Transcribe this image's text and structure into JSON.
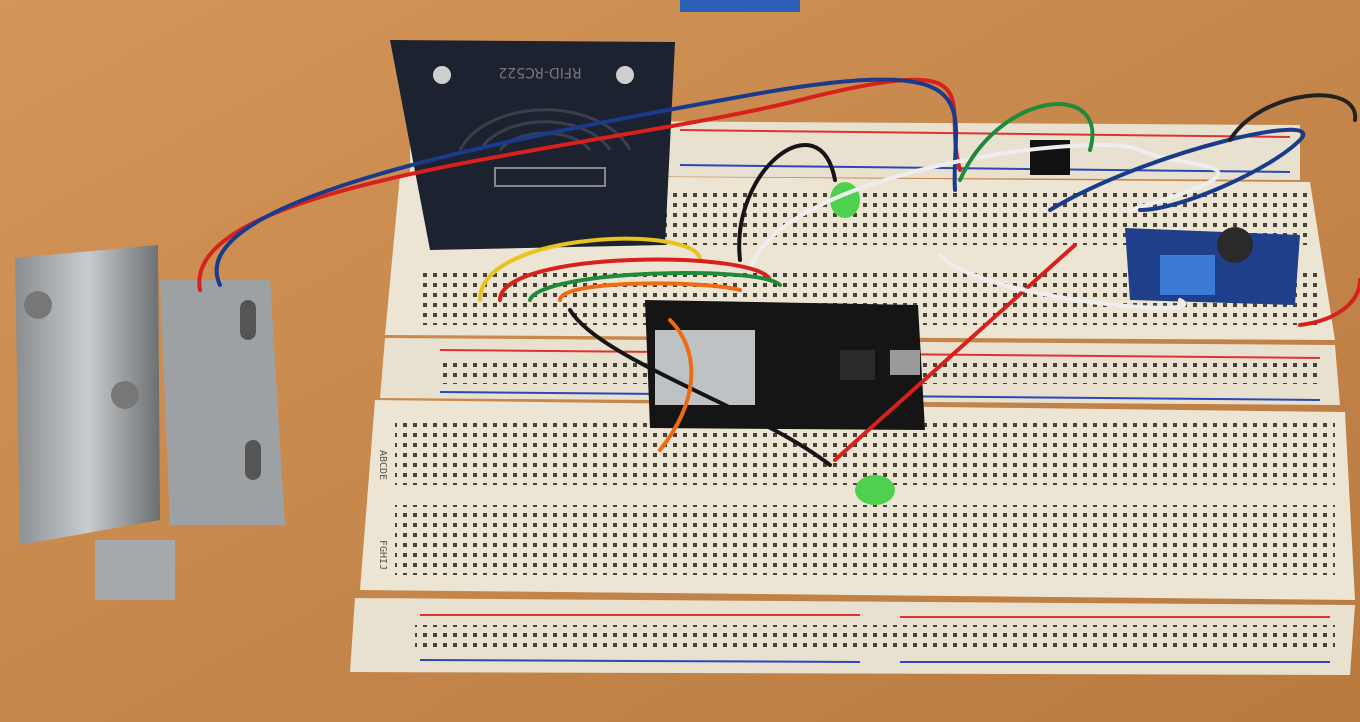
{
  "rfid_module": {
    "label": "RFID-RC522"
  },
  "breadboard_rows": {
    "top": "ABCDE",
    "bottom": "FGHIJ"
  },
  "colors": {
    "table": "#c98a4e",
    "breadboard": "#ece5d4",
    "rfid": "#1d2230",
    "esp32": "#151515",
    "booster": "#1f3f8a",
    "led": "#4fd04f",
    "wire_red": "#d8201c",
    "wire_blue": "#1a3a8c",
    "wire_black": "#151515",
    "wire_yellow": "#e8c21e",
    "wire_green": "#1f8a3a",
    "wire_white": "#eeeeee",
    "wire_orange": "#ee6a14"
  }
}
